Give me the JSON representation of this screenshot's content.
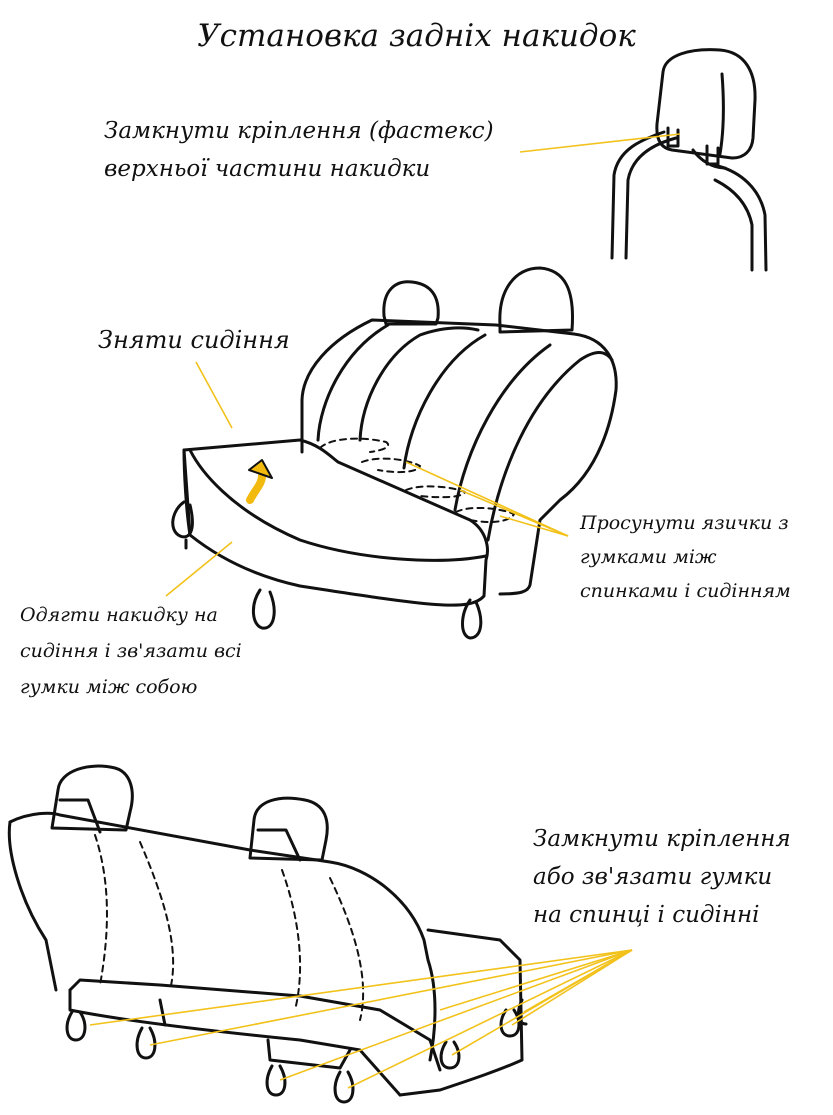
{
  "title": "Установка задніх накидок",
  "labels": {
    "close_top_fasteners": [
      "Замкнути кріплення (фастекс)",
      "верхньої частини накидки"
    ],
    "remove_seat": "Зняти сидіння",
    "push_tongues": [
      "Просунути язички з",
      "гумками між",
      "спинками і сидінням"
    ],
    "put_on_cover": [
      "Одягти накидку на",
      "сидіння і зв'язати всі",
      "гумки між собою"
    ],
    "fasten_or_tie": [
      "Замкнути кріплення",
      "або зв'язати гумки",
      "на спинці і сидінні"
    ]
  },
  "colors": {
    "outline": "#111111",
    "leader_line": "#F2C21B",
    "arrow": "#F2B90F",
    "background": "#FFFFFF"
  },
  "icons": [
    "headrest-illustration",
    "rear-seat-removed-illustration",
    "up-arrow-icon",
    "rear-seat-installed-illustration"
  ]
}
